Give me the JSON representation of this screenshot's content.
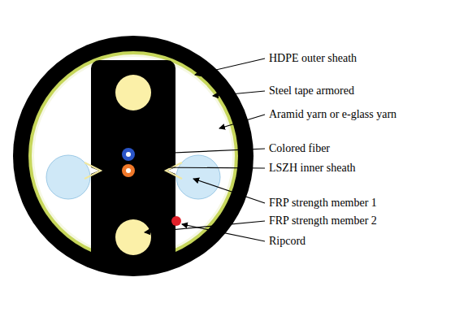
{
  "diagram": {
    "labels": [
      "HDPE outer sheath",
      "Steel tape armored",
      "Aramid yarn or e-glass yarn",
      "Colored fiber",
      "LSZH inner sheath",
      "FRP strength member 1",
      "FRP strength member 2",
      "Ripcord"
    ]
  }
}
